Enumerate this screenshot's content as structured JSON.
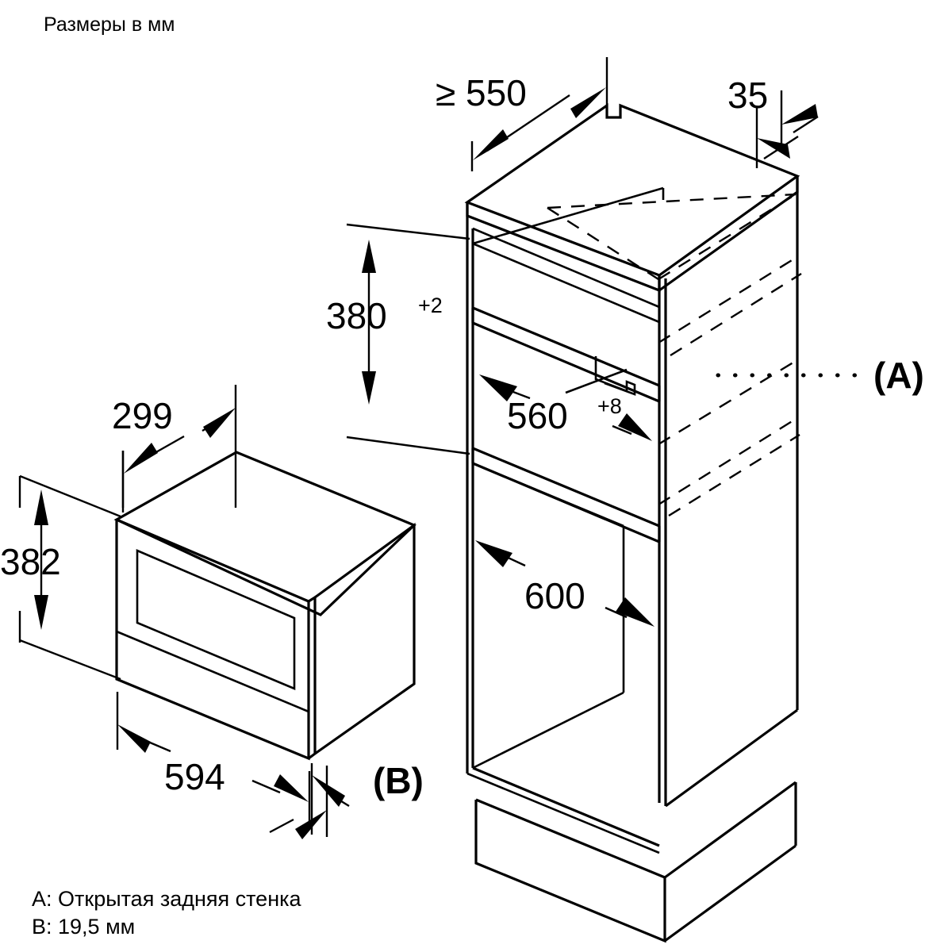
{
  "document": {
    "title": "Размеры в мм",
    "units": "мм"
  },
  "legend": {
    "items": [
      {
        "key": "A",
        "text": "A: Открытая задняя стенка"
      },
      {
        "key": "B",
        "text": "B: 19,5 мм"
      }
    ]
  },
  "references": {
    "a_label": "(A)",
    "b_label": "(B)"
  },
  "dimensions": {
    "niche_depth": {
      "value": "≥ 550",
      "sup": ""
    },
    "rear_offset": {
      "value": "35",
      "sup": ""
    },
    "niche_height": {
      "value": "380",
      "sup": "+2"
    },
    "niche_width": {
      "value": "560",
      "sup": "+8"
    },
    "cabinet_depth": {
      "value": "600",
      "sup": ""
    },
    "appliance_depth": {
      "value": "299",
      "sup": ""
    },
    "appliance_height": {
      "value": "382",
      "sup": ""
    },
    "appliance_width": {
      "value": "594",
      "sup": ""
    }
  },
  "colors": {
    "ink": "#000000",
    "paper": "#ffffff"
  },
  "figures": {
    "appliance_name": "built-in-microwave-isometric",
    "cabinet_name": "kitchen-cabinet-niche-isometric"
  }
}
